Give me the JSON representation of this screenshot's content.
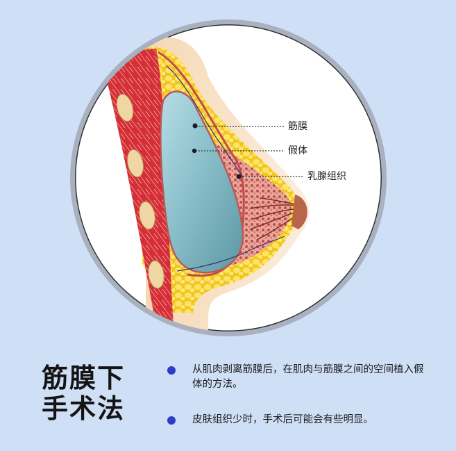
{
  "diagram": {
    "subject": "subfascial breast implant cross-section",
    "labels": [
      {
        "id": "fascia",
        "text": "筋膜"
      },
      {
        "id": "implant",
        "text": "假体"
      },
      {
        "id": "breast-tissue",
        "text": "乳腺组织"
      }
    ],
    "colors": {
      "background": "#cfdff6",
      "circle_border": "#a9b1bf",
      "muscle": "#d8323a",
      "fat": "#f6cf2a",
      "implant": "#7fb3bf",
      "skin": "#f2c9a0",
      "gland": "#c9605a",
      "bullet": "#2b3cc5"
    }
  },
  "title": {
    "line1": "筋膜下",
    "line2": "手术法"
  },
  "bullets": [
    {
      "text": "从肌肉剥离筋膜后，在肌肉与筋膜之间的空间植入假体的方法。"
    },
    {
      "text": "皮肤组织少时，手术后可能会有些明显。"
    }
  ]
}
